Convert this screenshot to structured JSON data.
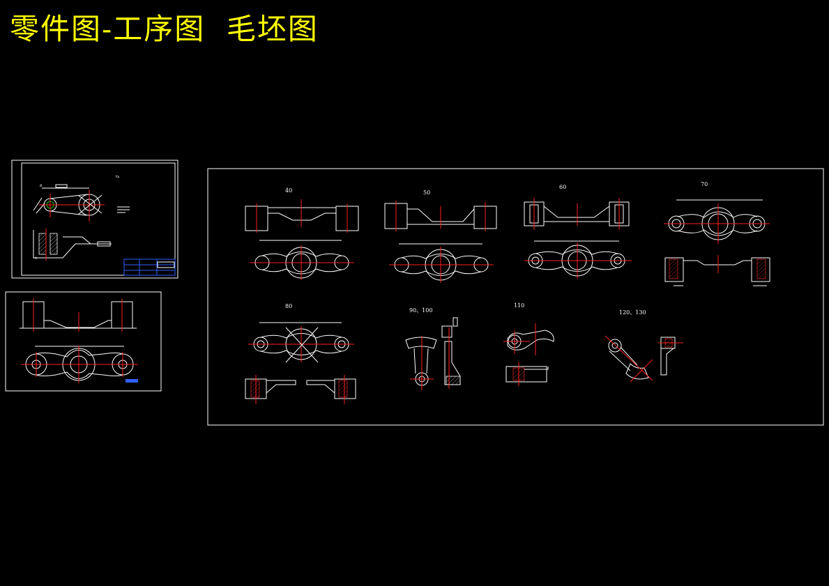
{
  "title": "零件图-工序图  毛坯图",
  "sheets": {
    "part_drawing": {},
    "blank_drawing": {},
    "process_sheet": {
      "views": [
        {
          "label": "40"
        },
        {
          "label": "50"
        },
        {
          "label": "60"
        },
        {
          "label": "70"
        },
        {
          "label": "80"
        },
        {
          "label": "90、100"
        },
        {
          "label": "110"
        },
        {
          "label": "120、130"
        }
      ]
    }
  },
  "colors": {
    "background": "#000000",
    "title": "#ffff00",
    "outline": "#ffffff",
    "centerline": "#ff2020",
    "dimension_highlight": "#00c000",
    "title_block": "#3060ff"
  }
}
